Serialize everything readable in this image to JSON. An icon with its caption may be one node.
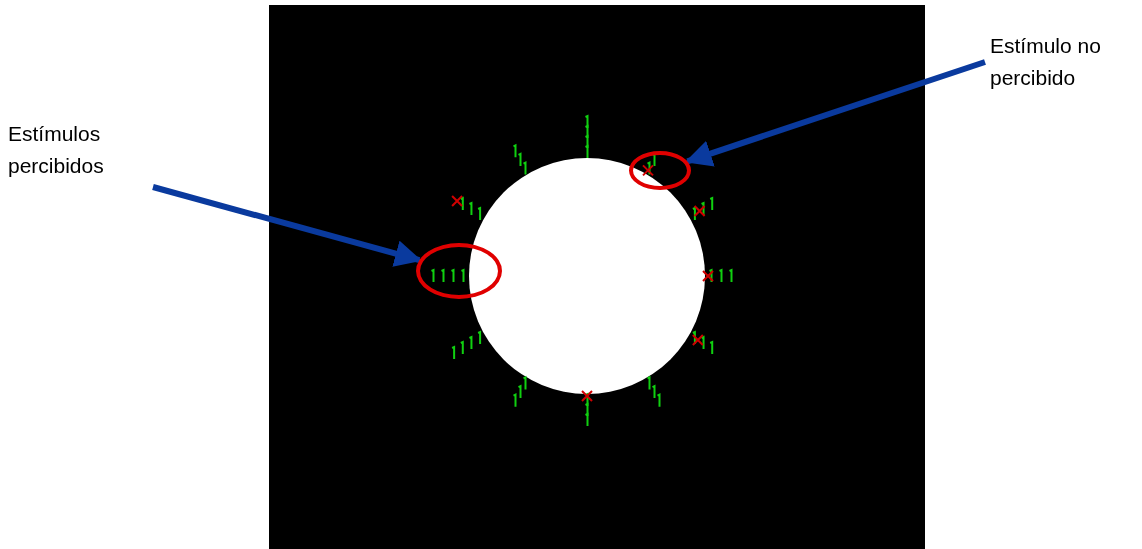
{
  "diagram": {
    "nodes": [
      {
        "text": [
          "Estímulos percibidos"
        ]
      },
      {
        "text": [],
        "shape": "circle"
      },
      {
        "text": [
          "Estímulo no percibido"
        ]
      },
      {
        "text": [],
        "shape": "circle"
      }
    ],
    "edges": [
      {
        "from": 0,
        "to": 1,
        "arrow": "to"
      },
      {
        "from": 2,
        "to": 3,
        "arrow": "to"
      }
    ]
  }
}
